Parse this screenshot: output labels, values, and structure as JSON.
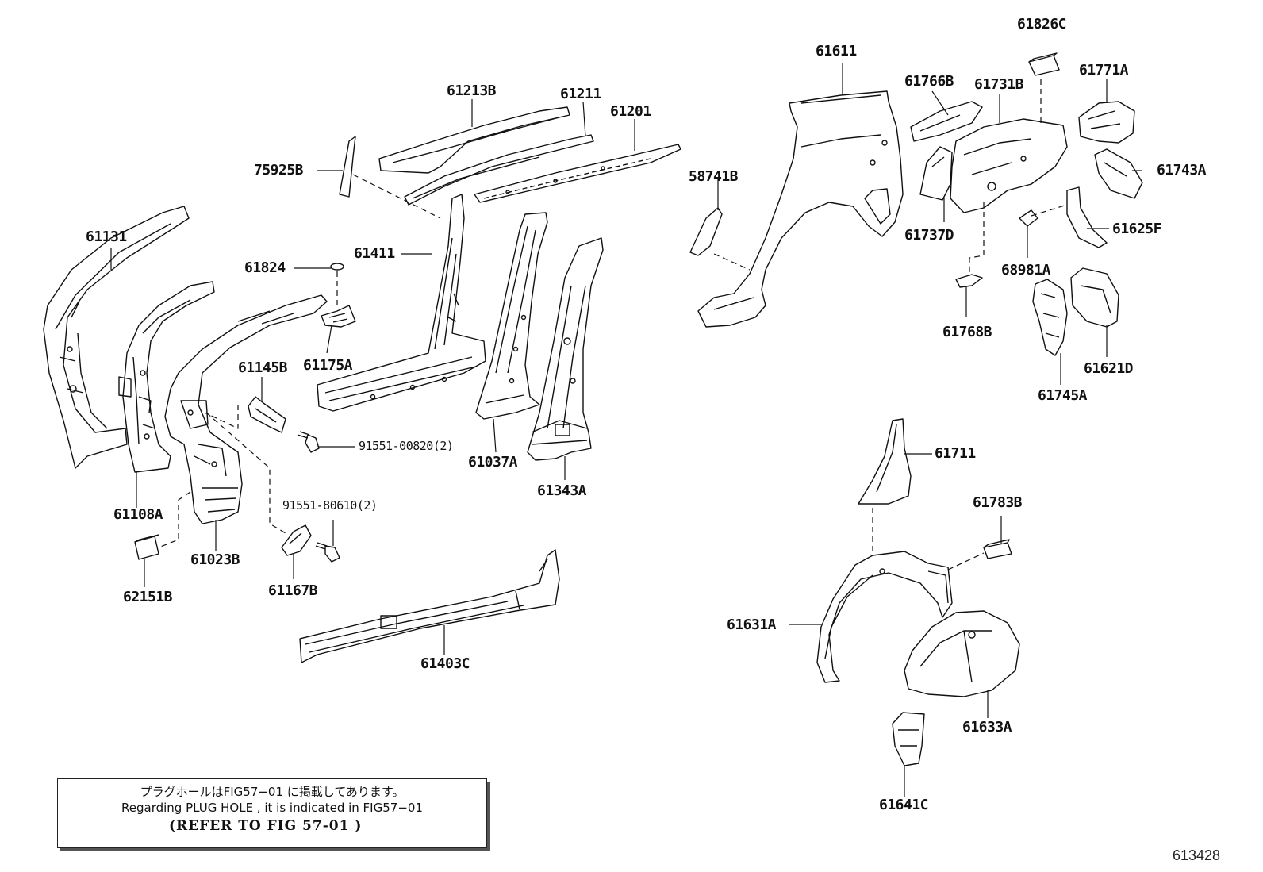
{
  "diagram": {
    "figure_id": "613428",
    "note": {
      "line1": "プラグホールはFIG57−01 に掲載してあります。",
      "line2": "Regarding PLUG HOLE , it is indicated in FIG57−01",
      "line3": "(REFER TO FIG  57-01    )"
    },
    "part_labels": [
      {
        "id": "p61826C",
        "text": "61826C"
      },
      {
        "id": "p61611",
        "text": "61611"
      },
      {
        "id": "p61766B",
        "text": "61766B"
      },
      {
        "id": "p61731B",
        "text": "61731B"
      },
      {
        "id": "p61771A",
        "text": "61771A"
      },
      {
        "id": "p61213B",
        "text": "61213B"
      },
      {
        "id": "p61211",
        "text": "61211"
      },
      {
        "id": "p61201",
        "text": "61201"
      },
      {
        "id": "p75925B",
        "text": "75925B"
      },
      {
        "id": "p58741B",
        "text": "58741B"
      },
      {
        "id": "p61743A",
        "text": "61743A"
      },
      {
        "id": "p61131",
        "text": "61131"
      },
      {
        "id": "p61737D",
        "text": "61737D"
      },
      {
        "id": "p61625F",
        "text": "61625F"
      },
      {
        "id": "p61824",
        "text": "61824"
      },
      {
        "id": "p61411",
        "text": "61411"
      },
      {
        "id": "p68981A",
        "text": "68981A"
      },
      {
        "id": "p61768B",
        "text": "61768B"
      },
      {
        "id": "p61175A",
        "text": "61175A"
      },
      {
        "id": "p61145B",
        "text": "61145B"
      },
      {
        "id": "p61621D",
        "text": "61621D"
      },
      {
        "id": "p61745A",
        "text": "61745A"
      },
      {
        "id": "p91551_00820",
        "text": "91551-00820(2)"
      },
      {
        "id": "p61037A",
        "text": "61037A"
      },
      {
        "id": "p61711",
        "text": "61711"
      },
      {
        "id": "p61343A",
        "text": "61343A"
      },
      {
        "id": "p61108A",
        "text": "61108A"
      },
      {
        "id": "p91551_80610",
        "text": "91551-80610(2)"
      },
      {
        "id": "p61783B",
        "text": "61783B"
      },
      {
        "id": "p61023B",
        "text": "61023B"
      },
      {
        "id": "p62151B",
        "text": "62151B"
      },
      {
        "id": "p61167B",
        "text": "61167B"
      },
      {
        "id": "p61631A",
        "text": "61631A"
      },
      {
        "id": "p61403C",
        "text": "61403C"
      },
      {
        "id": "p61633A",
        "text": "61633A"
      },
      {
        "id": "p61641C",
        "text": "61641C"
      }
    ]
  }
}
